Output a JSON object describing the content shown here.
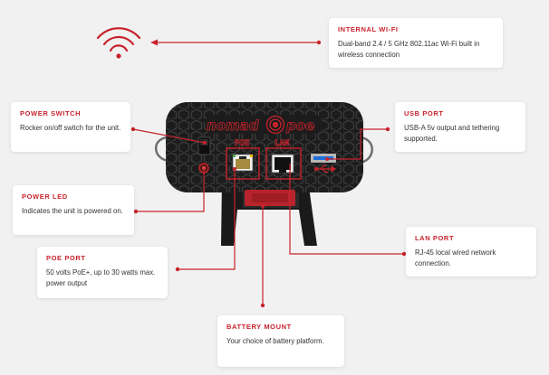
{
  "brand": {
    "wordmark_left": "nomad",
    "wordmark_right": "poe"
  },
  "device_labels": {
    "poe": "POE",
    "lan": "LAN"
  },
  "callouts": {
    "wifi": {
      "title": "INTERNAL WI-FI",
      "desc": "Dual-band 2.4 / 5 GHz 802.11ac Wi-Fi built in wireless connection"
    },
    "power_switch": {
      "title": "POWER SWITCH",
      "desc": "Rocker on/off switch for the unit."
    },
    "usb_port": {
      "title": "USB PORT",
      "desc": "USB-A 5v output and tethering supported."
    },
    "power_led": {
      "title": "POWER LED",
      "desc": "Indicates the unit is powered on."
    },
    "lan_port": {
      "title": "LAN PORT",
      "desc": "RJ-45 local wired network connection."
    },
    "poe_port": {
      "title": "POE PORT",
      "desc": "50 volts PoE+, up to 30 watts max. power output"
    },
    "battery_mount": {
      "title": "BATTERY MOUNT",
      "desc": "Your choice of battery platform."
    }
  },
  "colors": {
    "accent": "#c8232c",
    "background": "#f1f1f1",
    "device_body": "#1c1c1c",
    "card": "#ffffff",
    "text": "#333333"
  },
  "icons": [
    "wifi-icon",
    "usb-icon",
    "power-rocker-icon",
    "led-icon",
    "rj45-port-icon"
  ]
}
